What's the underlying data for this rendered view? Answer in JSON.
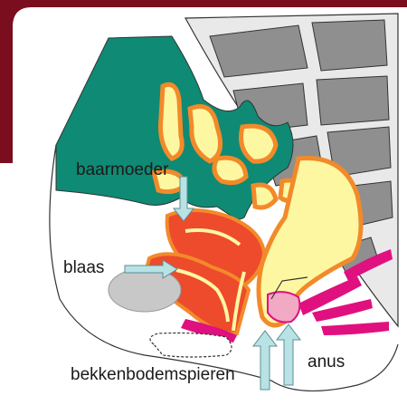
{
  "labels": {
    "uterus": "baarmoeder",
    "bladder": "blaas",
    "pelvic_floor_muscles": "bekkenbodemspieren",
    "anus": "anus"
  },
  "colors": {
    "frame": "#7a0d1e",
    "teal": "#0f8a74",
    "yellow_fill": "#fdf7a2",
    "orange_outline": "#f28a2a",
    "red_organ": "#ee4a2c",
    "magenta_muscle": "#e0117f",
    "pink": "#f2a9c4",
    "gray_spine": "#8f8f8f",
    "light_gray": "#c8c8c8",
    "arrow_fill": "#b9e2e4"
  }
}
